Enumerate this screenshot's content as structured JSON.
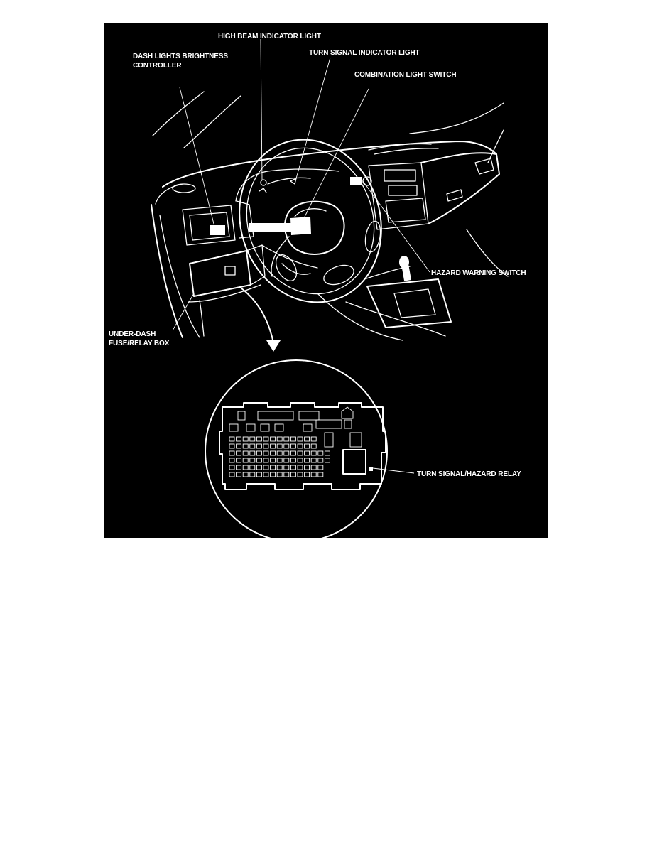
{
  "colors": {
    "background": "#000000",
    "linework": "#ffffff",
    "page": "#ffffff"
  },
  "labels": {
    "high_beam": "HIGH BEAM INDICATOR LIGHT",
    "dash_lights_line1": "DASH LIGHTS BRIGHTNESS",
    "dash_lights_line2": "CONTROLLER",
    "turn_signal_indicator": "TURN SIGNAL INDICATOR LIGHT",
    "combination_switch": "COMBINATION LIGHT SWITCH",
    "hazard_switch": "HAZARD WARNING SWITCH",
    "underdash_line1": "UNDER-DASH",
    "underdash_line2": "FUSE/RELAY BOX",
    "relay": "TURN SIGNAL/HAZARD RELAY"
  }
}
